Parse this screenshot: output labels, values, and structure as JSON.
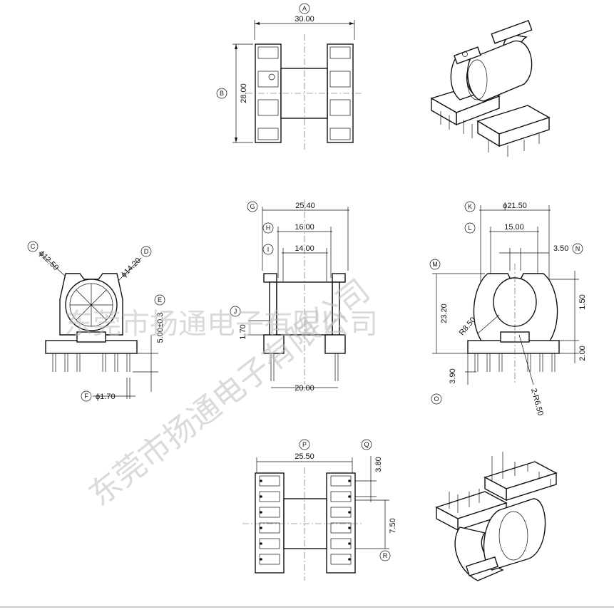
{
  "top_view": {
    "width_label": "A",
    "width": "30.00",
    "height_label": "B",
    "height": "28.00"
  },
  "front_left_view": {
    "inner_dia_label": "C",
    "inner_dia": "ϕ12.50",
    "outer_dia_label": "D",
    "outer_dia": "ϕ14.20",
    "pin_height_label": "E",
    "pin_height": "5.00±0.3",
    "pin_dia_label": "F",
    "pin_dia": "ϕ1.70"
  },
  "side_view": {
    "overall_label": "G",
    "overall": "25.40",
    "flange_label": "H",
    "flange": "16.00",
    "core_label": "I",
    "core": "14.00",
    "thick_label": "J",
    "thick": "1.70",
    "bottom": "20.00"
  },
  "front_right_view": {
    "dia_label": "K",
    "dia": "ϕ21.50",
    "width_label": "L",
    "width": "15.00",
    "notch_label": "N",
    "notch": "3.50",
    "height_label": "M",
    "height": "23.20",
    "gap": "1.50",
    "base": "2.00",
    "radius": "R8.50",
    "radius2": "2-R6.50",
    "pin_offset_label": "O",
    "pin_offset": "3.90"
  },
  "bottom_view": {
    "width_label": "P",
    "width": "25.50",
    "pitch_label": "Q",
    "pitch": "3.80",
    "row_label": "R",
    "row": "7.50"
  },
  "watermark": {
    "text_main": "东莞市扬通电子有限公司",
    "text_band": "东莞市扬通电子有限公司",
    "text_diag": "东莞市扬通电子有限公司"
  }
}
